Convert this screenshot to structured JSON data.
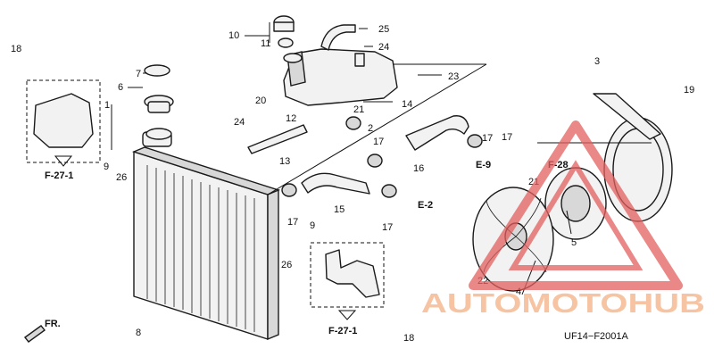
{
  "callouts": {
    "c1": "1",
    "c2": "2",
    "c3": "3",
    "c4": "4",
    "c5": "5",
    "c6": "6",
    "c7": "7",
    "c8": "8",
    "c9a": "9",
    "c9b": "9",
    "c10": "10",
    "c11": "11",
    "c12": "12",
    "c13": "13",
    "c14": "14",
    "c15": "15",
    "c16": "16",
    "c17a": "17",
    "c17b": "17",
    "c17c": "17",
    "c17d": "17",
    "c17e": "17",
    "c18a": "18",
    "c18b": "18",
    "c19": "19",
    "c20": "20",
    "c21a": "21",
    "c21b": "21",
    "c22": "22",
    "c23": "23",
    "c24a": "24",
    "c24b": "24",
    "c25": "25",
    "c26a": "26",
    "c26b": "26"
  },
  "refs": {
    "f27_left": "F-27-1",
    "f27_bottom": "F-27-1",
    "e9": "E-9",
    "e2": "E-2",
    "f28": "F-28",
    "front": "FR."
  },
  "diagram_code": "UF14−F2001A",
  "watermark": {
    "text": "AUTOMOTOHUB",
    "colors": {
      "orange": "#f4b183",
      "red": "#e36060"
    }
  }
}
